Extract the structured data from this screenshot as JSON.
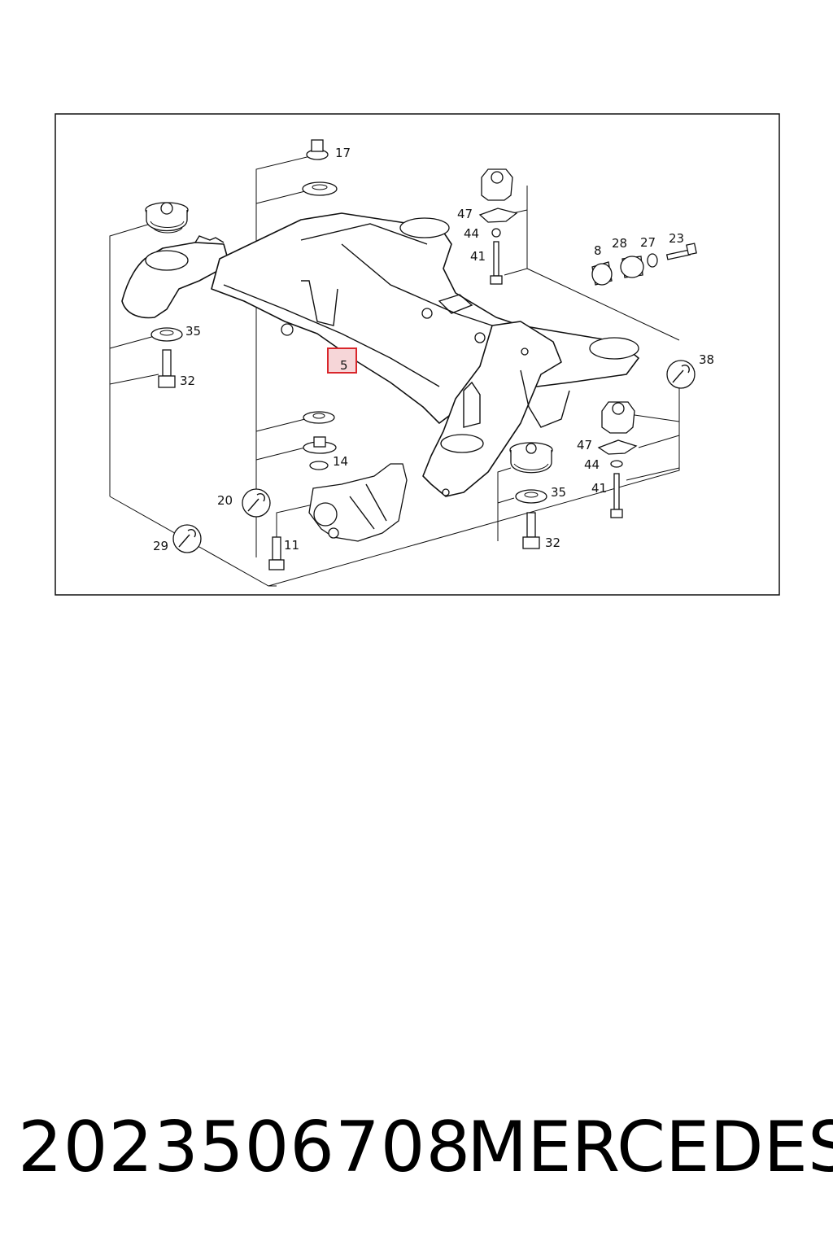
{
  "diagram": {
    "labels": {
      "l17": "17",
      "l47a": "47",
      "l44a": "44",
      "l41a": "41",
      "l8": "8",
      "l28": "28",
      "l27": "27",
      "l23": "23",
      "l35a": "35",
      "l32a": "32",
      "l5": "5",
      "l38": "38",
      "l47b": "47",
      "l44b": "44",
      "l41b": "41",
      "l14": "14",
      "l20": "20",
      "l35b": "35",
      "l11": "11",
      "l29": "29",
      "l32b": "32"
    },
    "highlight_color": "#d9262b",
    "highlight_fill": "#f6d6d8"
  },
  "footer": {
    "part_number": "2023506708",
    "brand": "MERCEDES"
  }
}
